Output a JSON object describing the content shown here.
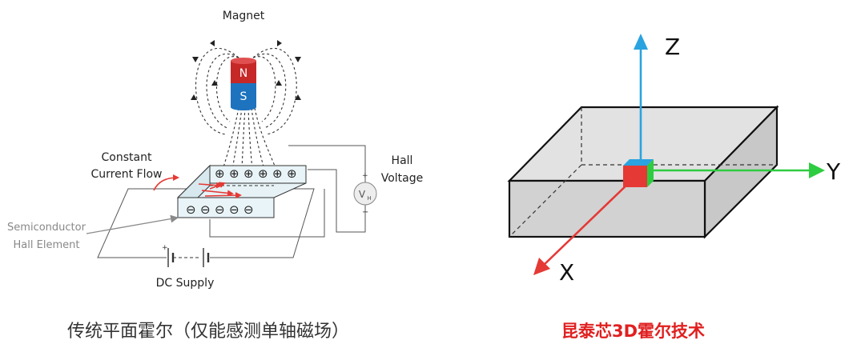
{
  "left_diagram": {
    "magnet_label": "Magnet",
    "north_pole": "N",
    "south_pole": "S",
    "current_label_line1": "Constant",
    "current_label_line2": "Current Flow",
    "hall_label_line1": "Hall",
    "hall_label_line2": "Voltage",
    "element_label_line1": "Semiconductor",
    "element_label_line2": "Hall Element",
    "supply_label": "DC Supply",
    "voltmeter_symbol": "V",
    "voltmeter_subscript": "H",
    "plus_sign": "+",
    "minus_sign": "−",
    "plus_charge": "⊕",
    "minus_charge": "⊖",
    "caption": "传统平面霍尔（仅能感测单轴磁场）"
  },
  "right_diagram": {
    "axis_z": "Z",
    "axis_y": "Y",
    "axis_x": "X",
    "caption": "昆泰芯3D霍尔技术"
  },
  "colors": {
    "north": "#c62828",
    "south": "#1e73be",
    "current_arrow": "#e53935",
    "axis_z": "#2aa3e0",
    "axis_y": "#2ecc40",
    "axis_x": "#e53935",
    "right_caption": "#e02020",
    "left_caption": "#333333"
  }
}
